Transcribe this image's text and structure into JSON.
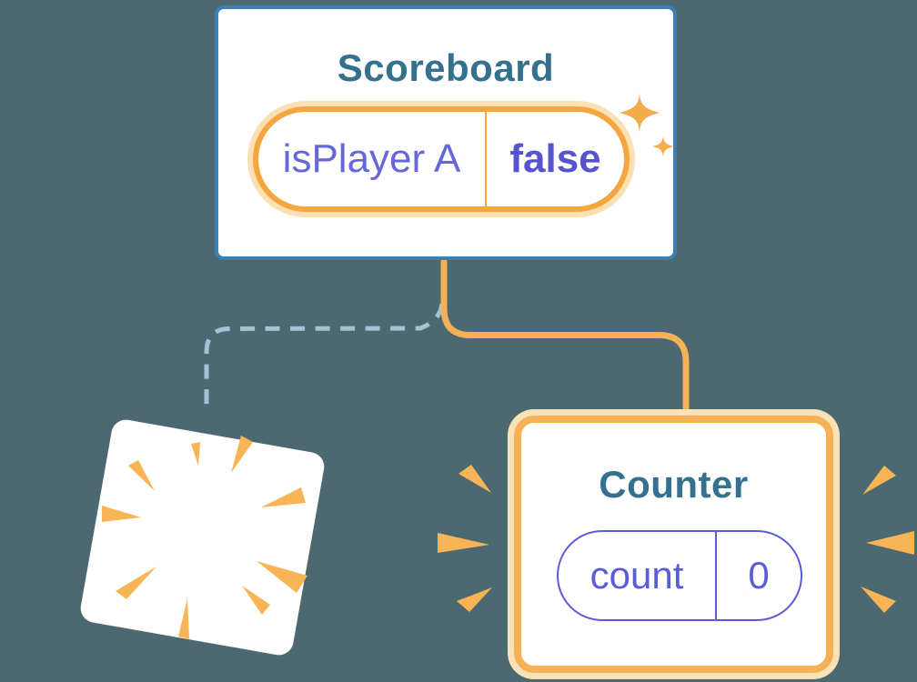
{
  "illustration": {
    "background_color": "#4C6972",
    "scoreboard_card": {
      "title": "Scoreboard",
      "state_pill": {
        "key": "isPlayer A",
        "value": "false"
      }
    },
    "counter_card": {
      "title": "Counter",
      "state_pill": {
        "key": "count",
        "value": "0"
      }
    },
    "destroyed_card": {
      "description": "tilted blank card with orange burst rays"
    },
    "icons": {
      "sparkle": "sparkle-icon",
      "burst": "burst-rays-icon",
      "emphasis": "emphasis-marks-icon"
    },
    "colors": {
      "scoreboard_border_blue": "#3B80B4",
      "title_teal": "#35718F",
      "pill_orange": "#F5A63F",
      "counter_orange": "#F6B156",
      "halo_cream": "#FAE2B8",
      "state_purple": "#5C5CD9",
      "state_purple_bold": "#5553CE",
      "connector_orange": "#F6B156",
      "dashed_blue": "#A4C2D6",
      "accent_orange": "#F8B455"
    }
  }
}
